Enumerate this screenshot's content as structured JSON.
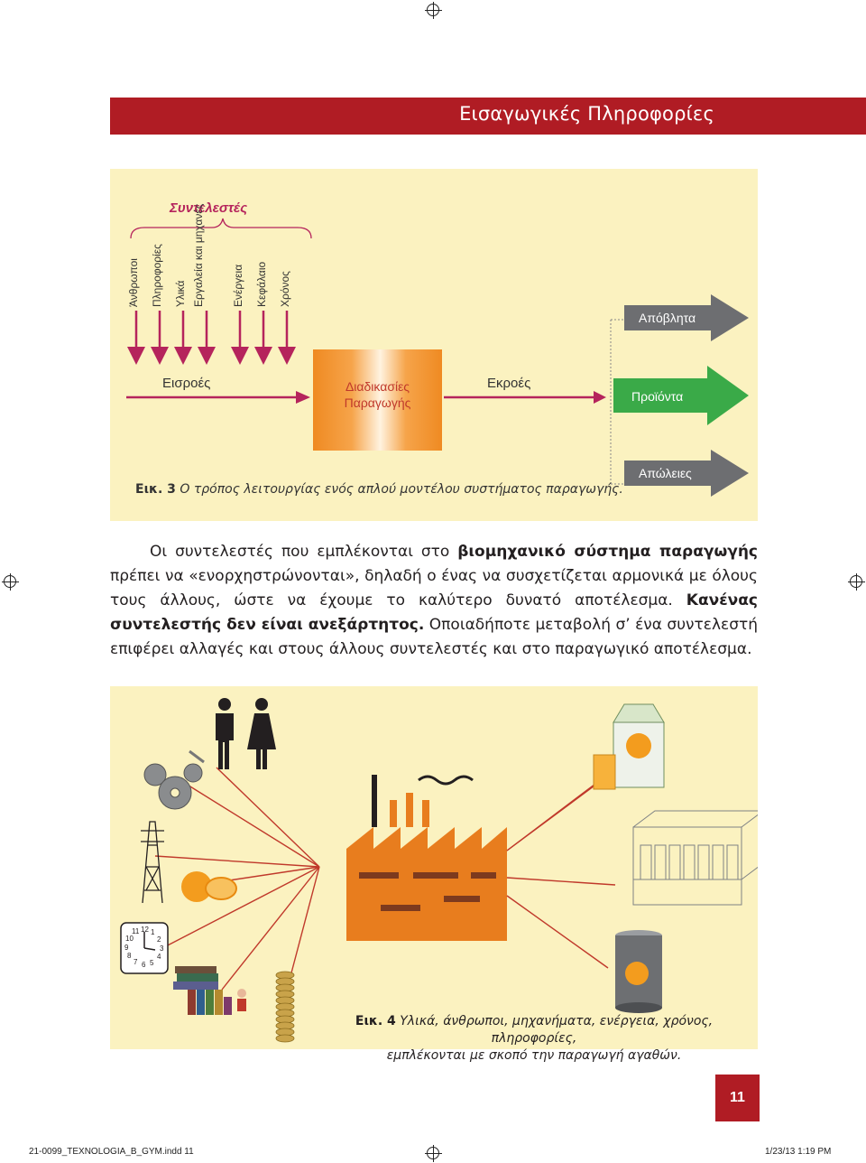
{
  "header": {
    "title": "Εισαγωγικές Πληροφορίες"
  },
  "figure3": {
    "factors_title": "Συντελεστές",
    "factors": [
      "Άνθρωποι",
      "Πληροφορίες",
      "Υλικά",
      "Εργαλεία και μηχανές",
      "Ενέργεια",
      "Κεφάλαιο",
      "Χρόνος"
    ],
    "inputs_label": "Εισροές",
    "process_label_1": "Διαδικασίες",
    "process_label_2": "Παραγωγής",
    "outputs_label": "Εκροές",
    "waste_label": "Απόβλητα",
    "products_label": "Προϊόντα",
    "losses_label": "Απώλειες",
    "caption_prefix": "Εικ. 3",
    "caption_text": " Ο τρόπος λειτουργίας ενός απλού μοντέλου συστήματος παραγωγής."
  },
  "body": {
    "p1": "Οι συντελεστές που εμπλέκονται στο ",
    "p1_bold": "βιομηχανικό σύστημα παραγωγής",
    "p2": " πρέπει να «ενορχηστρώνονται», δηλαδή ο ένας να συσχετίζεται αρμονικά με όλους τους άλλους, ώστε να έχουμε το καλύτερο δυνατό αποτέλεσμα. ",
    "p2_bold": "Κανένας συντελεστής δεν είναι ανεξάρτητος.",
    "p3": " Οποιαδήποτε μεταβολή σ’ ένα συντελεστή επιφέρει αλλαγές και στους άλλους συντελεστές και στο παραγωγικό αποτέλεσμα."
  },
  "figure4": {
    "clock_numbers": [
      "12",
      "1",
      "2",
      "3",
      "4",
      "5",
      "6",
      "7",
      "8",
      "9",
      "10",
      "11"
    ],
    "caption_prefix": "Εικ. 4",
    "caption_line1": " Υλικά, άνθρωποι, μηχανήματα, ενέργεια, χρόνος, πληροφορίες,",
    "caption_line2": "εμπλέκονται με σκοπό την παραγωγή αγαθών."
  },
  "footer": {
    "page_number": "11",
    "slug_left": "21-0099_TEXNOLOGIA_B_GYM.indd   11",
    "slug_right": "1/23/13   1:19 PM"
  },
  "colors": {
    "brand_red": "#b01c24",
    "panel": "#fbf2c0",
    "arrow_magenta": "#b5245c",
    "process_orange": "#ef8a22",
    "products_green": "#3aaa48",
    "waste_gray": "#6d6e71"
  }
}
